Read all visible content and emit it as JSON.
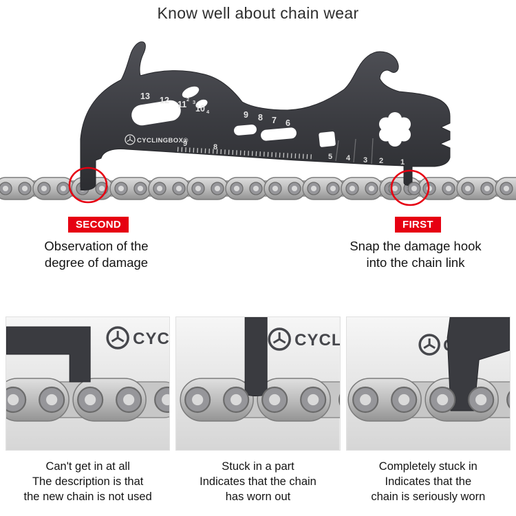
{
  "title": "Know well about chain wear",
  "colors": {
    "accent": "#e60012",
    "tool_dark": "#3a3b40",
    "text": "#141414"
  },
  "tool": {
    "brand": "CYCLINGBOX®",
    "numbers_row1": [
      "13",
      "12",
      "11",
      "10"
    ],
    "numbers_small": [
      "2",
      "3",
      "4"
    ],
    "numbers_row2": [
      "9",
      "8",
      "7",
      "6"
    ],
    "numbers_bottom": [
      "9",
      "8",
      "5",
      "4",
      "3",
      "2",
      "1"
    ]
  },
  "annotations": {
    "second": {
      "badge": "SECOND",
      "line1": "Observation of the",
      "line2": "degree of damage"
    },
    "first": {
      "badge": "FIRST",
      "line1": "Snap the damage hook",
      "line2": "into the chain link"
    }
  },
  "panels": [
    {
      "logo": "CYCL",
      "line1": "Can't get in at all",
      "line2": "The description is that",
      "line3": "the new chain is not used"
    },
    {
      "logo": "CYCL",
      "line1": "Stuck in a part",
      "line2": "Indicates that the chain",
      "line3": "has worn out"
    },
    {
      "logo": "CYC",
      "line1": "Completely stuck in",
      "line2": "Indicates that the",
      "line3": "chain is seriously worn"
    }
  ]
}
